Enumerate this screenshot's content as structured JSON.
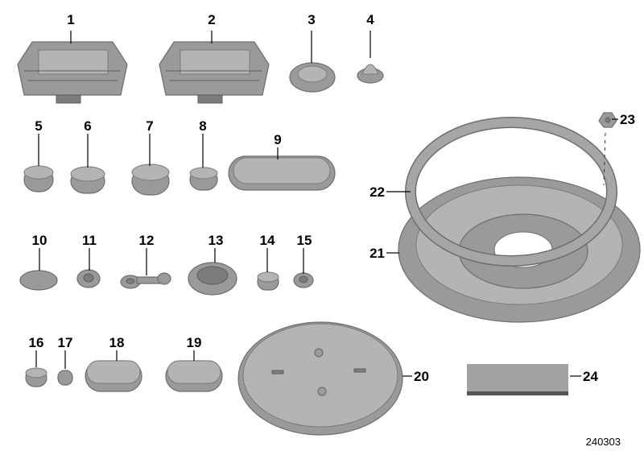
{
  "diagram": {
    "part_numbers": [
      "1",
      "2",
      "3",
      "4",
      "5",
      "6",
      "7",
      "8",
      "9",
      "10",
      "11",
      "12",
      "13",
      "14",
      "15",
      "16",
      "17",
      "18",
      "19",
      "20",
      "21",
      "22",
      "23",
      "24"
    ],
    "reference_number": "240303"
  },
  "colors": {
    "part_fill": "#9a9a9c",
    "part_edge": "#6e6e70",
    "seal_band": "#555557"
  }
}
